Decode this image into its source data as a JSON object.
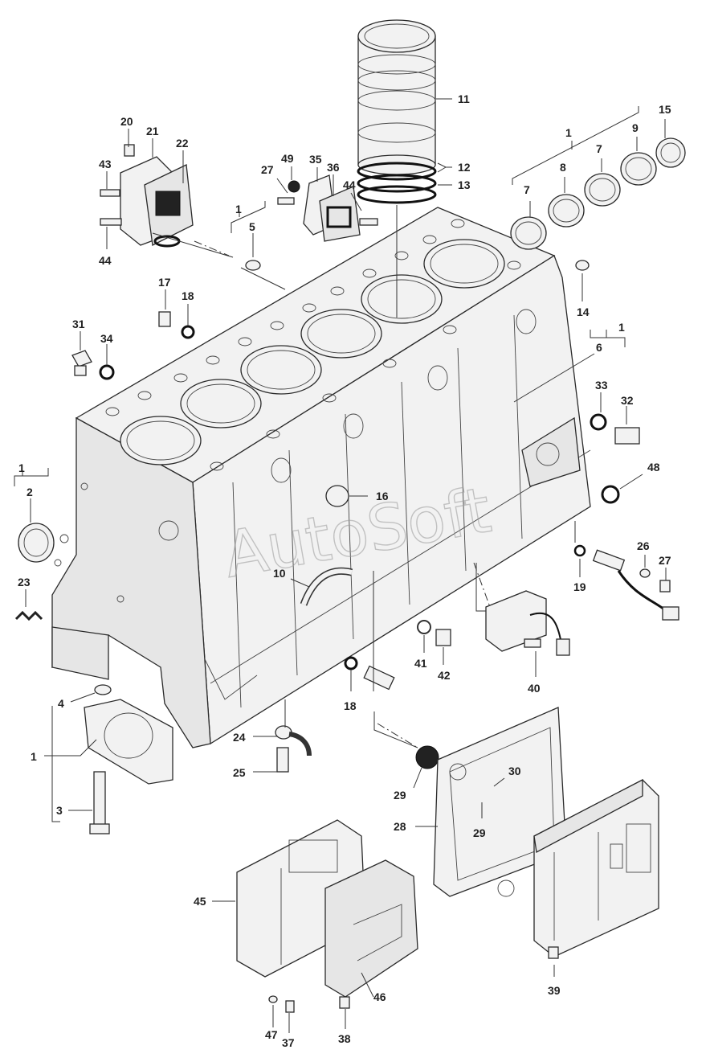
{
  "watermark": "AutoSoft",
  "callouts": [
    {
      "id": "c1a",
      "text": "1"
    },
    {
      "id": "c1b",
      "text": "1"
    },
    {
      "id": "c1c",
      "text": "1"
    },
    {
      "id": "c1d",
      "text": "1"
    },
    {
      "id": "c1e",
      "text": "1"
    },
    {
      "id": "c2",
      "text": "2"
    },
    {
      "id": "c3",
      "text": "3"
    },
    {
      "id": "c4",
      "text": "4"
    },
    {
      "id": "c5",
      "text": "5"
    },
    {
      "id": "c6",
      "text": "6"
    },
    {
      "id": "c7a",
      "text": "7"
    },
    {
      "id": "c7b",
      "text": "7"
    },
    {
      "id": "c8",
      "text": "8"
    },
    {
      "id": "c9",
      "text": "9"
    },
    {
      "id": "c10",
      "text": "10"
    },
    {
      "id": "c11",
      "text": "11"
    },
    {
      "id": "c12",
      "text": "12"
    },
    {
      "id": "c13",
      "text": "13"
    },
    {
      "id": "c14",
      "text": "14"
    },
    {
      "id": "c15",
      "text": "15"
    },
    {
      "id": "c16",
      "text": "16"
    },
    {
      "id": "c17",
      "text": "17"
    },
    {
      "id": "c18a",
      "text": "18"
    },
    {
      "id": "c18b",
      "text": "18"
    },
    {
      "id": "c19",
      "text": "19"
    },
    {
      "id": "c20",
      "text": "20"
    },
    {
      "id": "c21",
      "text": "21"
    },
    {
      "id": "c22",
      "text": "22"
    },
    {
      "id": "c23",
      "text": "23"
    },
    {
      "id": "c24",
      "text": "24"
    },
    {
      "id": "c25",
      "text": "25"
    },
    {
      "id": "c26",
      "text": "26"
    },
    {
      "id": "c27a",
      "text": "27"
    },
    {
      "id": "c27b",
      "text": "27"
    },
    {
      "id": "c28",
      "text": "28"
    },
    {
      "id": "c29a",
      "text": "29"
    },
    {
      "id": "c29b",
      "text": "29"
    },
    {
      "id": "c30",
      "text": "30"
    },
    {
      "id": "c31",
      "text": "31"
    },
    {
      "id": "c32",
      "text": "32"
    },
    {
      "id": "c33",
      "text": "33"
    },
    {
      "id": "c34",
      "text": "34"
    },
    {
      "id": "c35",
      "text": "35"
    },
    {
      "id": "c36",
      "text": "36"
    },
    {
      "id": "c37",
      "text": "37"
    },
    {
      "id": "c38",
      "text": "38"
    },
    {
      "id": "c39",
      "text": "39"
    },
    {
      "id": "c40",
      "text": "40"
    },
    {
      "id": "c41",
      "text": "41"
    },
    {
      "id": "c42",
      "text": "42"
    },
    {
      "id": "c43",
      "text": "43"
    },
    {
      "id": "c44a",
      "text": "44"
    },
    {
      "id": "c44b",
      "text": "44"
    },
    {
      "id": "c45",
      "text": "45"
    },
    {
      "id": "c46",
      "text": "46"
    },
    {
      "id": "c47",
      "text": "47"
    },
    {
      "id": "c48",
      "text": "48"
    },
    {
      "id": "c49",
      "text": "49"
    }
  ]
}
